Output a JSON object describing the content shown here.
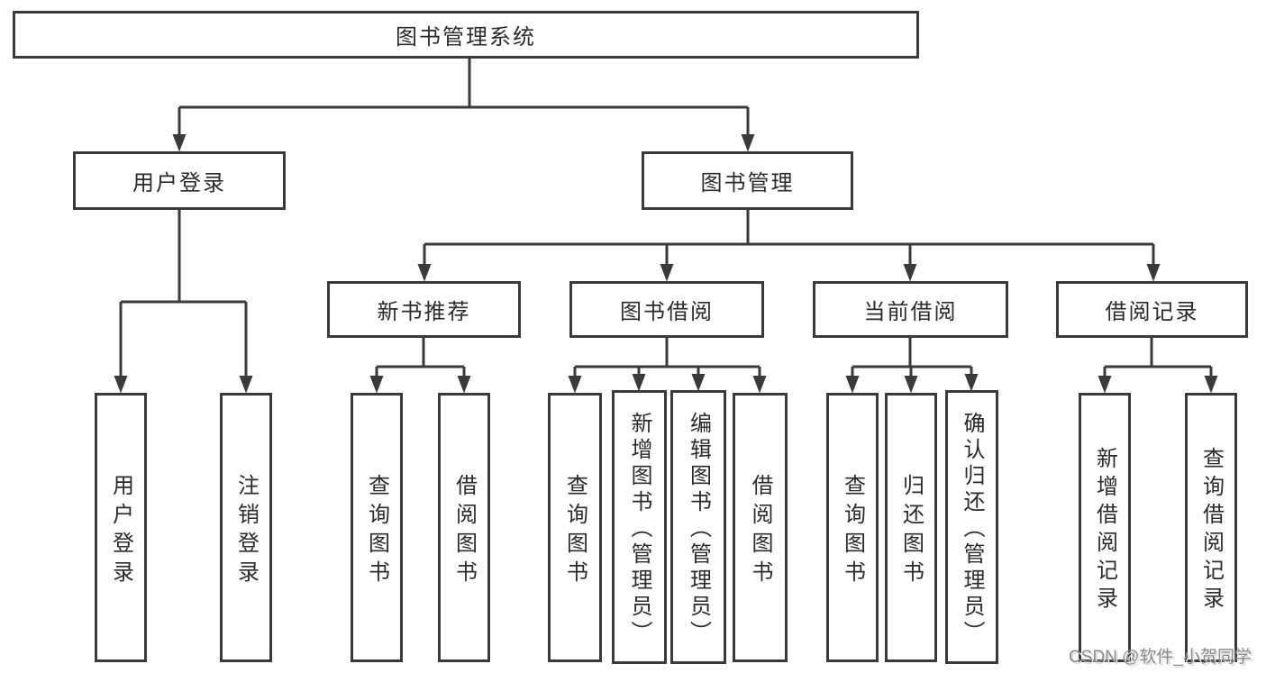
{
  "diagram": {
    "title": "图书管理系统",
    "colors": {
      "line": "#3a3a3a",
      "text": "#2b2b2b",
      "box_background": "#ffffff",
      "watermark": "#8c8c8c"
    },
    "nodes": {
      "root": {
        "label": "图书管理系统"
      },
      "user_login": {
        "label": "用户登录",
        "children": [
          {
            "label": "用户登录"
          },
          {
            "label": "注销登录"
          }
        ]
      },
      "book_mgmt": {
        "label": "图书管理",
        "sections": {
          "new_book": {
            "label": "新书推荐",
            "children": [
              {
                "label": "查询图书"
              },
              {
                "label": "借阅图书"
              }
            ]
          },
          "borrow": {
            "label": "图书借阅",
            "children": [
              {
                "label": "查询图书"
              },
              {
                "label": "新增图书（管理员）"
              },
              {
                "label": "编辑图书（管理员）"
              },
              {
                "label": "借阅图书"
              }
            ]
          },
          "current": {
            "label": "当前借阅",
            "children": [
              {
                "label": "查询图书"
              },
              {
                "label": "归还图书"
              },
              {
                "label": "确认归还（管理员）"
              }
            ]
          },
          "records": {
            "label": "借阅记录",
            "children": [
              {
                "label": "新增借阅记录"
              },
              {
                "label": "查询借阅记录"
              }
            ]
          }
        }
      }
    }
  },
  "watermark": {
    "text": "CSDN @软件_小贺同学"
  }
}
